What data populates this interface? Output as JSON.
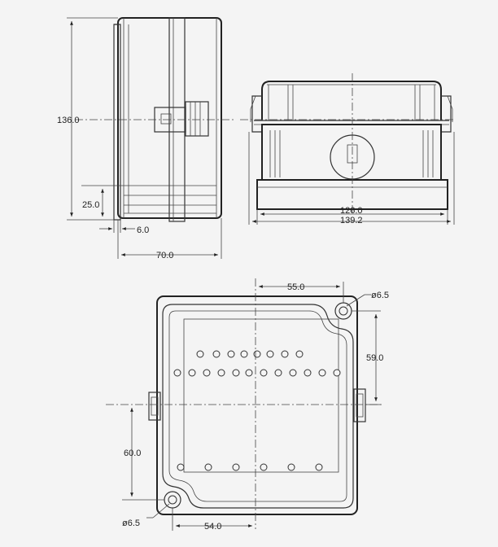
{
  "side_view": {
    "height_label": "136.0",
    "bottom_label": "25.0",
    "lip_label": "6.0",
    "width_label": "70.0"
  },
  "front_view": {
    "inner_width_label": "126.0",
    "outer_width_label": "139.2"
  },
  "plan_view": {
    "top_hole_offset_label": "55.0",
    "top_hole_diameter_label": "ø6.5",
    "right_vertical_label": "59.0",
    "left_vertical_label": "60.0",
    "bottom_hole_diameter_label": "ø6.5",
    "bottom_hole_offset_label": "54.0"
  }
}
